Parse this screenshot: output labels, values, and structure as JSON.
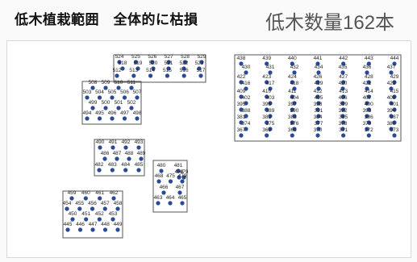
{
  "title": "低木植栽範囲　全体的に枯損",
  "count_label": "低木数量162本",
  "colors": {
    "dot": "#2a4a95",
    "border": "#555555",
    "title": "#111111"
  },
  "groups": [
    {
      "id": "a",
      "rows": [
        {
          "labels": [
            "524",
            "525",
            "526",
            "527",
            "528",
            "529"
          ]
        },
        {
          "labels": [
            "518",
            "519",
            "520",
            "521",
            "522",
            "523"
          ]
        },
        {
          "labels": [
            "512",
            "513",
            "514",
            "515",
            "516",
            "517"
          ]
        }
      ]
    },
    {
      "id": "b",
      "rows": [
        {
          "labels": [
            "508",
            "509",
            "510",
            "511"
          ]
        },
        {
          "labels": [
            "503",
            "504",
            "505",
            "506",
            "507"
          ]
        },
        {
          "labels": [
            "499",
            "500",
            "501",
            "502"
          ]
        },
        {
          "labels": [
            "494",
            "495",
            "496",
            "497",
            "498"
          ]
        }
      ]
    },
    {
      "id": "c",
      "rows": [
        {
          "labels": [
            "490",
            "491",
            "492",
            "493"
          ]
        },
        {
          "labels": [
            "486",
            "487",
            "488",
            "489"
          ]
        },
        {
          "labels": [
            "482",
            "483",
            "484",
            "485"
          ]
        }
      ]
    },
    {
      "id": "d",
      "rows": [
        {
          "labels": [
            "480",
            "481"
          ]
        },
        {
          "labels": [
            "478",
            "479"
          ]
        },
        {
          "labels": [
            "468",
            "475",
            "479"
          ]
        },
        {
          "labels": [
            "466",
            "467"
          ]
        },
        {
          "labels": [
            "463",
            "464",
            "465"
          ]
        }
      ]
    },
    {
      "id": "e",
      "rows": [
        {
          "labels": [
            "459",
            "460",
            "461",
            "462"
          ]
        },
        {
          "labels": [
            "454",
            "455",
            "456",
            "457",
            "458"
          ]
        },
        {
          "labels": [
            "450",
            "451",
            "452",
            "453"
          ]
        },
        {
          "labels": [
            "445",
            "446",
            "447",
            "448",
            "449"
          ]
        }
      ]
    },
    {
      "id": "f",
      "rows": [
        {
          "labels": [
            "438",
            "439",
            "440",
            "441",
            "442",
            "443",
            "444"
          ]
        },
        {
          "labels": [
            "430",
            "431",
            "432",
            "434",
            "435",
            "436",
            "437"
          ]
        },
        {
          "labels": [
            "422",
            "423",
            "424",
            "426",
            "427",
            "428",
            "429"
          ]
        },
        {
          "labels": [
            "416",
            "417",
            "418",
            "419",
            "420",
            "421",
            "422"
          ]
        },
        {
          "labels": [
            "409",
            "410",
            "411",
            "412",
            "413",
            "414",
            "415"
          ]
        },
        {
          "labels": [
            "402",
            "403",
            "404",
            "405",
            "406",
            "407",
            "408"
          ]
        },
        {
          "labels": [
            "395",
            "396",
            "397",
            "398",
            "399",
            "400",
            "401"
          ]
        },
        {
          "labels": [
            "388",
            "389",
            "390",
            "391",
            "392",
            "393",
            "394"
          ]
        },
        {
          "labels": [
            "381",
            "382",
            "383",
            "384",
            "385",
            "386",
            "387"
          ]
        },
        {
          "labels": [
            "374",
            "375",
            "376",
            "377",
            "378",
            "379",
            "380"
          ]
        },
        {
          "labels": [
            "367",
            "368",
            "369",
            "370",
            "371",
            "372",
            "373"
          ]
        }
      ]
    }
  ]
}
